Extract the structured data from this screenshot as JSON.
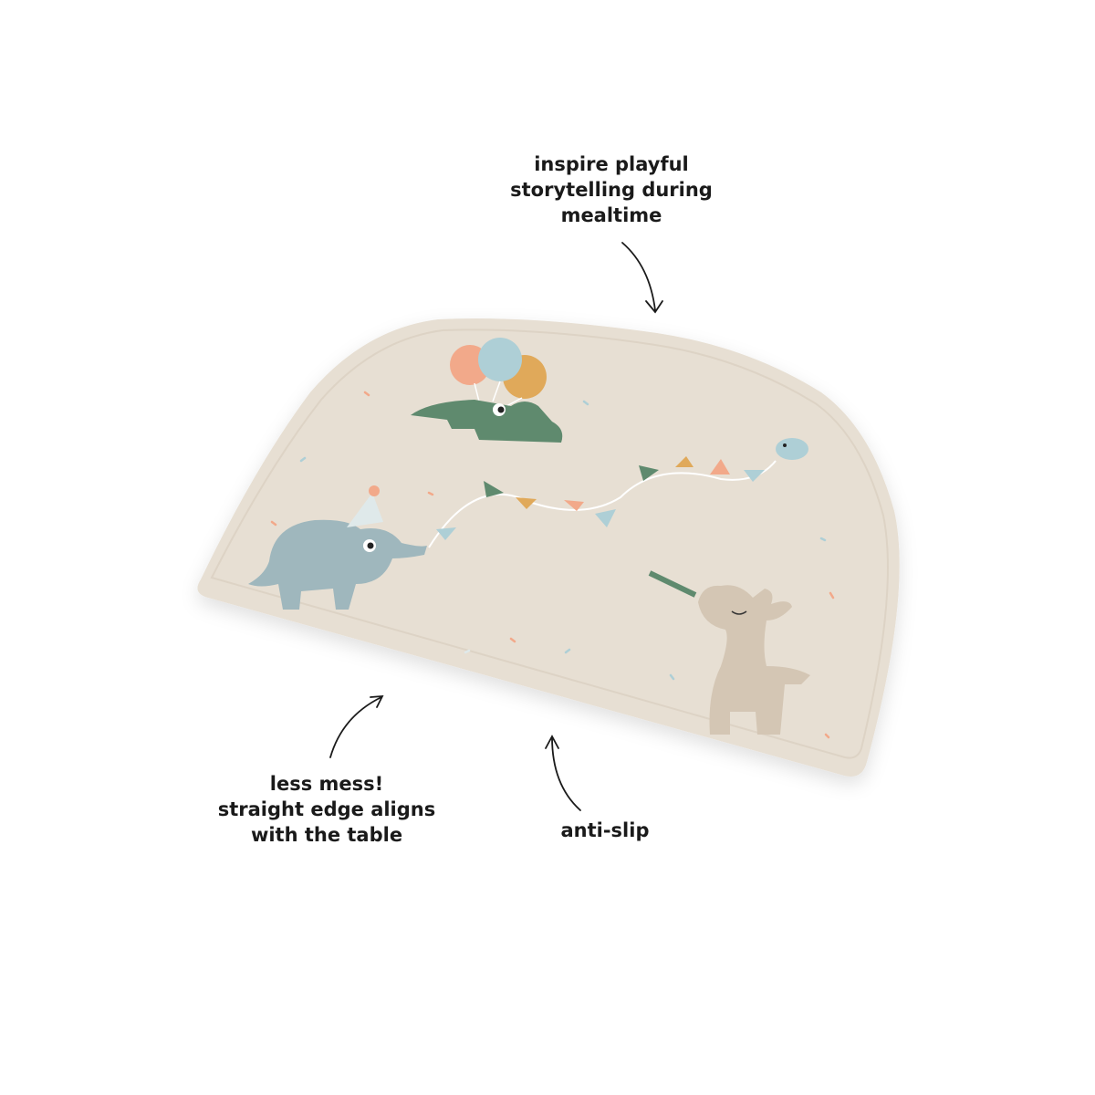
{
  "callouts": {
    "storytelling": [
      "inspire playful",
      "storytelling during",
      "mealtime"
    ],
    "less_mess": [
      "less mess!",
      "straight edge aligns",
      "with the table"
    ],
    "anti_slip": [
      "anti-slip"
    ]
  },
  "colors": {
    "mat": "#e7dfd3",
    "mat_shadow": "#d6ccbe",
    "crocodile": "#5f8a6e",
    "elephant": "#9fb7bd",
    "llama": "#d4c6b4",
    "balloon_peach": "#f2a98a",
    "balloon_blue": "#aecfd6",
    "balloon_mustard": "#e0a95a"
  }
}
